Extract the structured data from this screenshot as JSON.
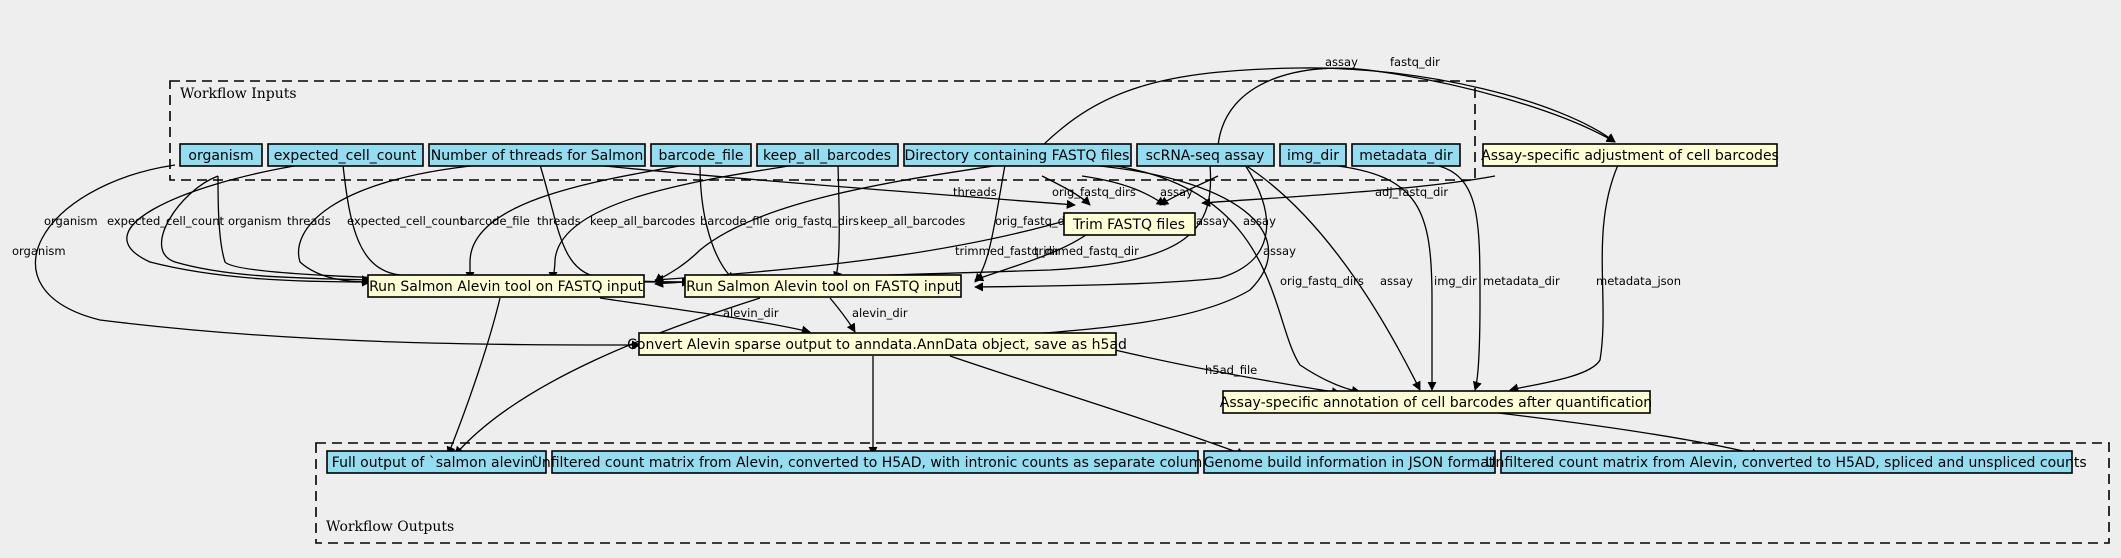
{
  "clusters": {
    "inputs": "Workflow Inputs",
    "outputs": "Workflow Outputs"
  },
  "colors": {
    "background": "#eeeeee",
    "io_node": "#94ddf0",
    "step_node": "#ffffd5"
  },
  "nodes": {
    "organism": "organism",
    "expected_cell_count": "expected_cell_count",
    "threads": "Number of threads for Salmon",
    "barcode_file": "barcode_file",
    "keep_all_barcodes": "keep_all_barcodes",
    "fastq_dir": "Directory containing FASTQ files",
    "assay": "scRNA-seq assay",
    "img_dir": "img_dir",
    "metadata_dir": "metadata_dir",
    "adjust_barcodes": "Assay-specific adjustment of cell barcodes",
    "trim_fastq": "Trim FASTQ files",
    "salmon_1": "Run Salmon Alevin tool on FASTQ input",
    "salmon_2": "Run Salmon Alevin tool on FASTQ input",
    "convert": "Convert Alevin sparse output to anndata.AnnData object, save as h5ad",
    "annotate": "Assay-specific annotation of cell barcodes after quantification",
    "out_salmon": "Full output of `salmon alevin`",
    "out_intronic": "Unfiltered count matrix from Alevin, converted to H5AD, with intronic counts as separate columns",
    "out_genome": "Genome build information in JSON format",
    "out_spliced": "Unfiltered count matrix from Alevin, converted to H5AD, spliced and unspliced counts"
  },
  "edge_labels": {
    "assay": "assay",
    "fastq_dir": "fastq_dir",
    "adj_fastq_dir": "adj_fastq_dir",
    "threads": "threads",
    "orig_fastq_dirs": "orig_fastq_dirs",
    "organism": "organism",
    "expected_cell_count": "expected_cell_count",
    "barcode_file": "barcode_file",
    "keep_all_barcodes": "keep_all_barcodes",
    "trimmed_fastq_dir": "trimmed_fastq_dir",
    "alevin_dir": "alevin_dir",
    "h5ad_file": "h5ad_file",
    "img_dir": "img_dir",
    "metadata_dir": "metadata_dir",
    "metadata_json": "metadata_json"
  }
}
